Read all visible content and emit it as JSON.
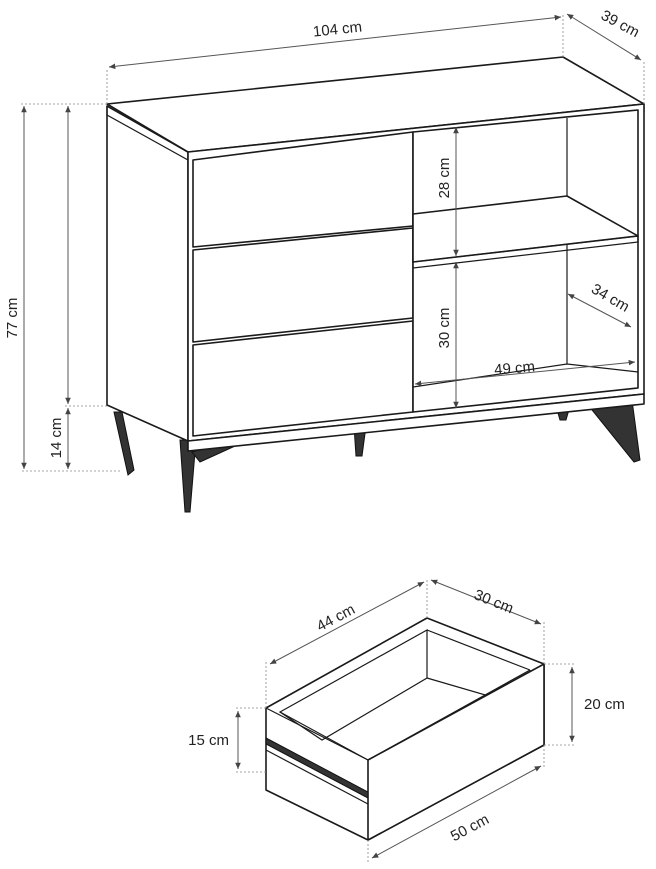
{
  "dimensions": {
    "width": "104 cm",
    "depth": "39 cm",
    "height": "77 cm",
    "leg_height": "14 cm",
    "top_shelf": "28 cm",
    "bottom_shelf": "30 cm",
    "shelf_depth": "34 cm",
    "inner_width": "49 cm"
  },
  "drawer": {
    "width": "44 cm",
    "depth": "30 cm",
    "height_back": "20 cm",
    "height_front": "15 cm",
    "front_width": "50 cm"
  },
  "colors": {
    "line": "#1a1a1a",
    "dimension": "#555555",
    "leg": "#333333"
  }
}
